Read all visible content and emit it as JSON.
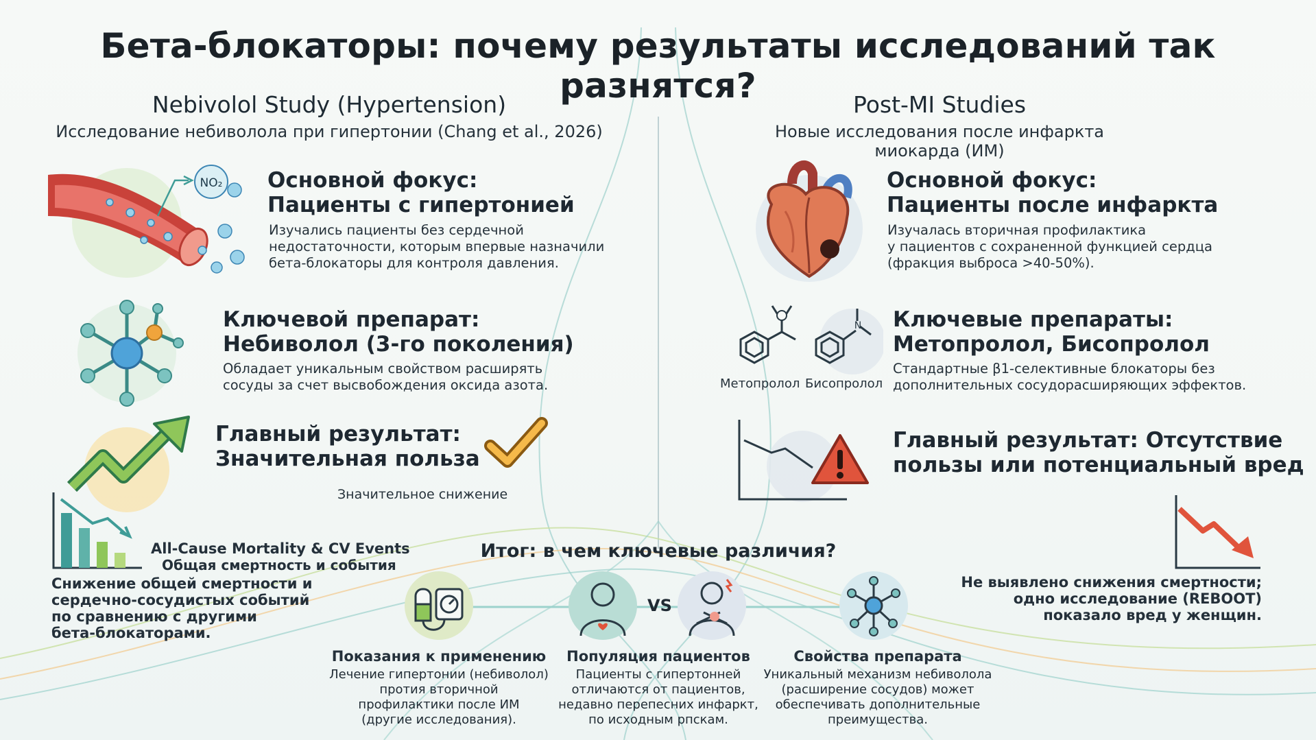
{
  "title": "Бета-блокаторы: почему результаты исследований так разнятся?",
  "left": {
    "heading": "Nebivolol Study (Hypertension)",
    "subheading": "Исследование небиволола при гипертонии (Chang et al., 2026)",
    "focus": {
      "title_line1": "Основной фокус:",
      "title_line2": "Пациенты с гипертонией",
      "text_line1": "Изучались пациенты без сердечной",
      "text_line2": "недостаточности, которым впервые назначили",
      "text_line3": "бета-блокаторы для контроля давления."
    },
    "no2_label": "NO₂",
    "drug": {
      "title_line1": "Ключевой препарат:",
      "title_line2": "Небиволол (3-го поколения)",
      "text_line1": "Обладает уникальным свойством расширять",
      "text_line2": "сосуды за счет высвобождения оксида азота."
    },
    "result": {
      "title_line1": "Главный результат:",
      "title_line2": "Значительная польза",
      "note": "Значительное снижение",
      "chart_label_en": "All-Cause Mortality & CV Events",
      "chart_label_ru": "Общая смертность и события",
      "summary_line1": "Снижение общей смертности и",
      "summary_line2": "сердечно-сосудистых событий",
      "summary_line3": "по сравнению с другими",
      "summary_line4": "бета-блокаторами."
    }
  },
  "right": {
    "heading": "Post-MI Studies",
    "subheading": "Новые исследования после инфаркта миокарда (ИМ)",
    "focus": {
      "title_line1": "Основной фокус:",
      "title_line2": "Пациенты после инфаркта",
      "text_line1": "Изучалась вторичная профилактика",
      "text_line2": "у пациентов с сохраненной функцией сердца",
      "text_line3": "(фракция выброса >40-50%)."
    },
    "drugs": {
      "title_line1": "Ключевые препараты:",
      "title_line2": "Метопролол, Бисопролол",
      "text_line1": "Стандартные β1-селективные блокаторы без",
      "text_line2": "дополнительных сосудорасширяющих эффектов.",
      "mol1_label": "Метопролол",
      "mol2_label": "Бисопролол",
      "n_label": "N"
    },
    "result": {
      "title_line1": "Главный результат: Отсутствие",
      "title_line2": "пользы или потенциальный вред",
      "summary_line1": "Не выявлено снижения смертности;",
      "summary_line2": "одно исследование (REBOOT)",
      "summary_line3": "показало вред у женщин."
    }
  },
  "summary": {
    "title": "Итог: в чем ключевые различия?",
    "vs_label": "VS",
    "items": [
      {
        "title": "Показания к применению",
        "line1": "Лечение гипертонии (небиволол)",
        "line2": "протия вторичной",
        "line3": "профилактики после ИМ",
        "line4": "(другие исследования)."
      },
      {
        "title": "Популяция пациентов",
        "line1": "Пациенты с гипертонней",
        "line2": "отличаются от пациентов,",
        "line3": "недавно перепесних инфаркт,",
        "line4": "по исходным рпскам."
      },
      {
        "title": "Свойства препарата",
        "line1": "Уникальный механизм небиволола",
        "line2": "(расширение сосудов) может",
        "line3": "обеспечивать дополнительные",
        "line4": "преимущества."
      }
    ]
  },
  "colors": {
    "teal": "#3f9c97",
    "green": "#8fc65a",
    "orange": "#f0a43c",
    "red": "#e0543c",
    "heart": "#e07a56"
  }
}
